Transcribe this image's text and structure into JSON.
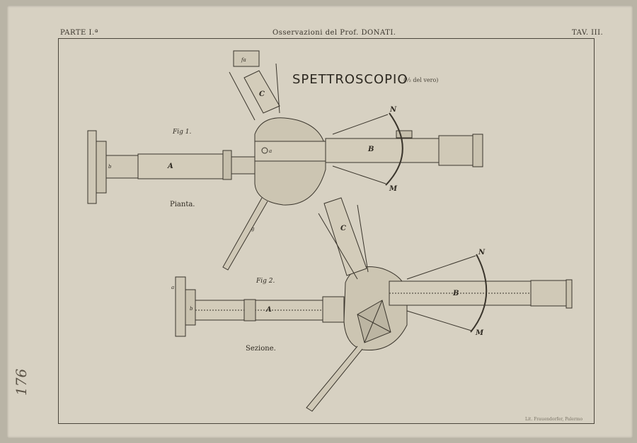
{
  "header": {
    "part": "PARTE I.ª",
    "observations": "Osservazioni del Prof. DONATI.",
    "plate": "TAV. III."
  },
  "title": "SPETTROSCOPIO",
  "scale_note": "(½ del vero)",
  "figures": [
    {
      "label": "Fig 1.",
      "caption": "Pianta.",
      "parts": [
        "A",
        "B",
        "C",
        "N",
        "M",
        "a",
        "b",
        "g",
        "fa"
      ]
    },
    {
      "label": "Fig 2.",
      "caption": "Sezione.",
      "parts": [
        "A",
        "B",
        "C",
        "N",
        "M",
        "a",
        "b"
      ]
    }
  ],
  "signature": "Lit. Frauendorfer, Palermo",
  "margin_note": "176"
}
